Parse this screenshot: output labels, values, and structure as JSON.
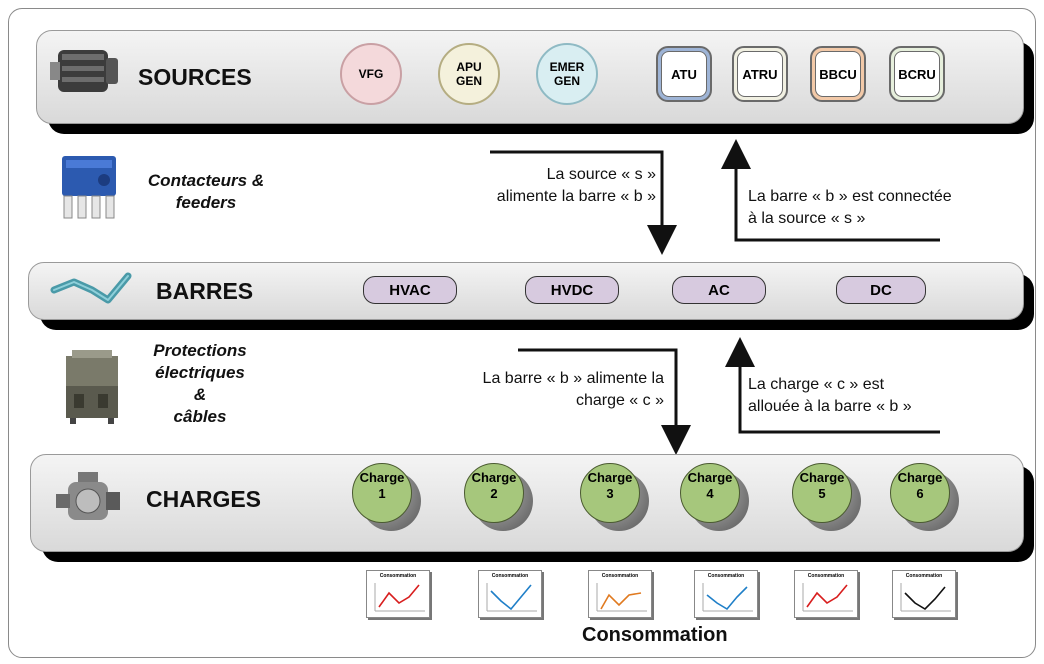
{
  "sources": {
    "title": "SOURCES",
    "circles": [
      {
        "lines": [
          "VFG"
        ],
        "fill": "#f4d9db",
        "ring": "#d9a8ad"
      },
      {
        "lines": [
          "APU",
          "GEN"
        ],
        "fill": "#f4f1dc",
        "ring": "#c9c29a"
      },
      {
        "lines": [
          "EMER",
          "GEN"
        ],
        "fill": "#d9eef2",
        "ring": "#a4ccd4"
      }
    ],
    "boxes": [
      {
        "label": "ATU",
        "outer": "#9eb4d6"
      },
      {
        "label": "ATRU",
        "outer": "#f1f0e2"
      },
      {
        "label": "BBCU",
        "outer": "#f2c9a8"
      },
      {
        "label": "BCRU",
        "outer": "#e6efdc"
      }
    ]
  },
  "contactors": {
    "lines": [
      "Contacteurs &",
      "feeders"
    ]
  },
  "arrow_down_top": {
    "lines": [
      "La source « s »",
      "alimente la barre « b »"
    ]
  },
  "arrow_up_top": {
    "lines": [
      "La barre « b »  est connectée",
      "à la source « s »"
    ]
  },
  "bars": {
    "title": "BARRES",
    "items": [
      "HVAC",
      "HVDC",
      "AC",
      "DC"
    ]
  },
  "protections": {
    "lines": [
      "Protections",
      "électriques",
      "&",
      "câbles"
    ]
  },
  "arrow_down_bottom": {
    "lines": [
      "La barre « b » alimente la",
      "charge « c »"
    ]
  },
  "arrow_up_bottom": {
    "lines": [
      "La charge « c » est",
      "allouée à la barre « b »"
    ]
  },
  "loads": {
    "title": "CHARGES",
    "items": [
      {
        "word": "Charge",
        "num": "1"
      },
      {
        "word": "Charge",
        "num": "2"
      },
      {
        "word": "Charge",
        "num": "3"
      },
      {
        "word": "Charge",
        "num": "4"
      },
      {
        "word": "Charge",
        "num": "5"
      },
      {
        "word": "Charge",
        "num": "6"
      }
    ]
  },
  "consumption": {
    "title": "Consommation",
    "charts": [
      {
        "title": "Consommation",
        "color": "#d81e1e"
      },
      {
        "title": "Consommation",
        "color": "#1f7fc8"
      },
      {
        "title": "Consommation",
        "color": "#e07a20"
      },
      {
        "title": "Consommation",
        "color": "#1f7fc8"
      },
      {
        "title": "Consommation",
        "color": "#d81e1e"
      },
      {
        "title": "Consommation",
        "color": "#111111"
      }
    ]
  }
}
